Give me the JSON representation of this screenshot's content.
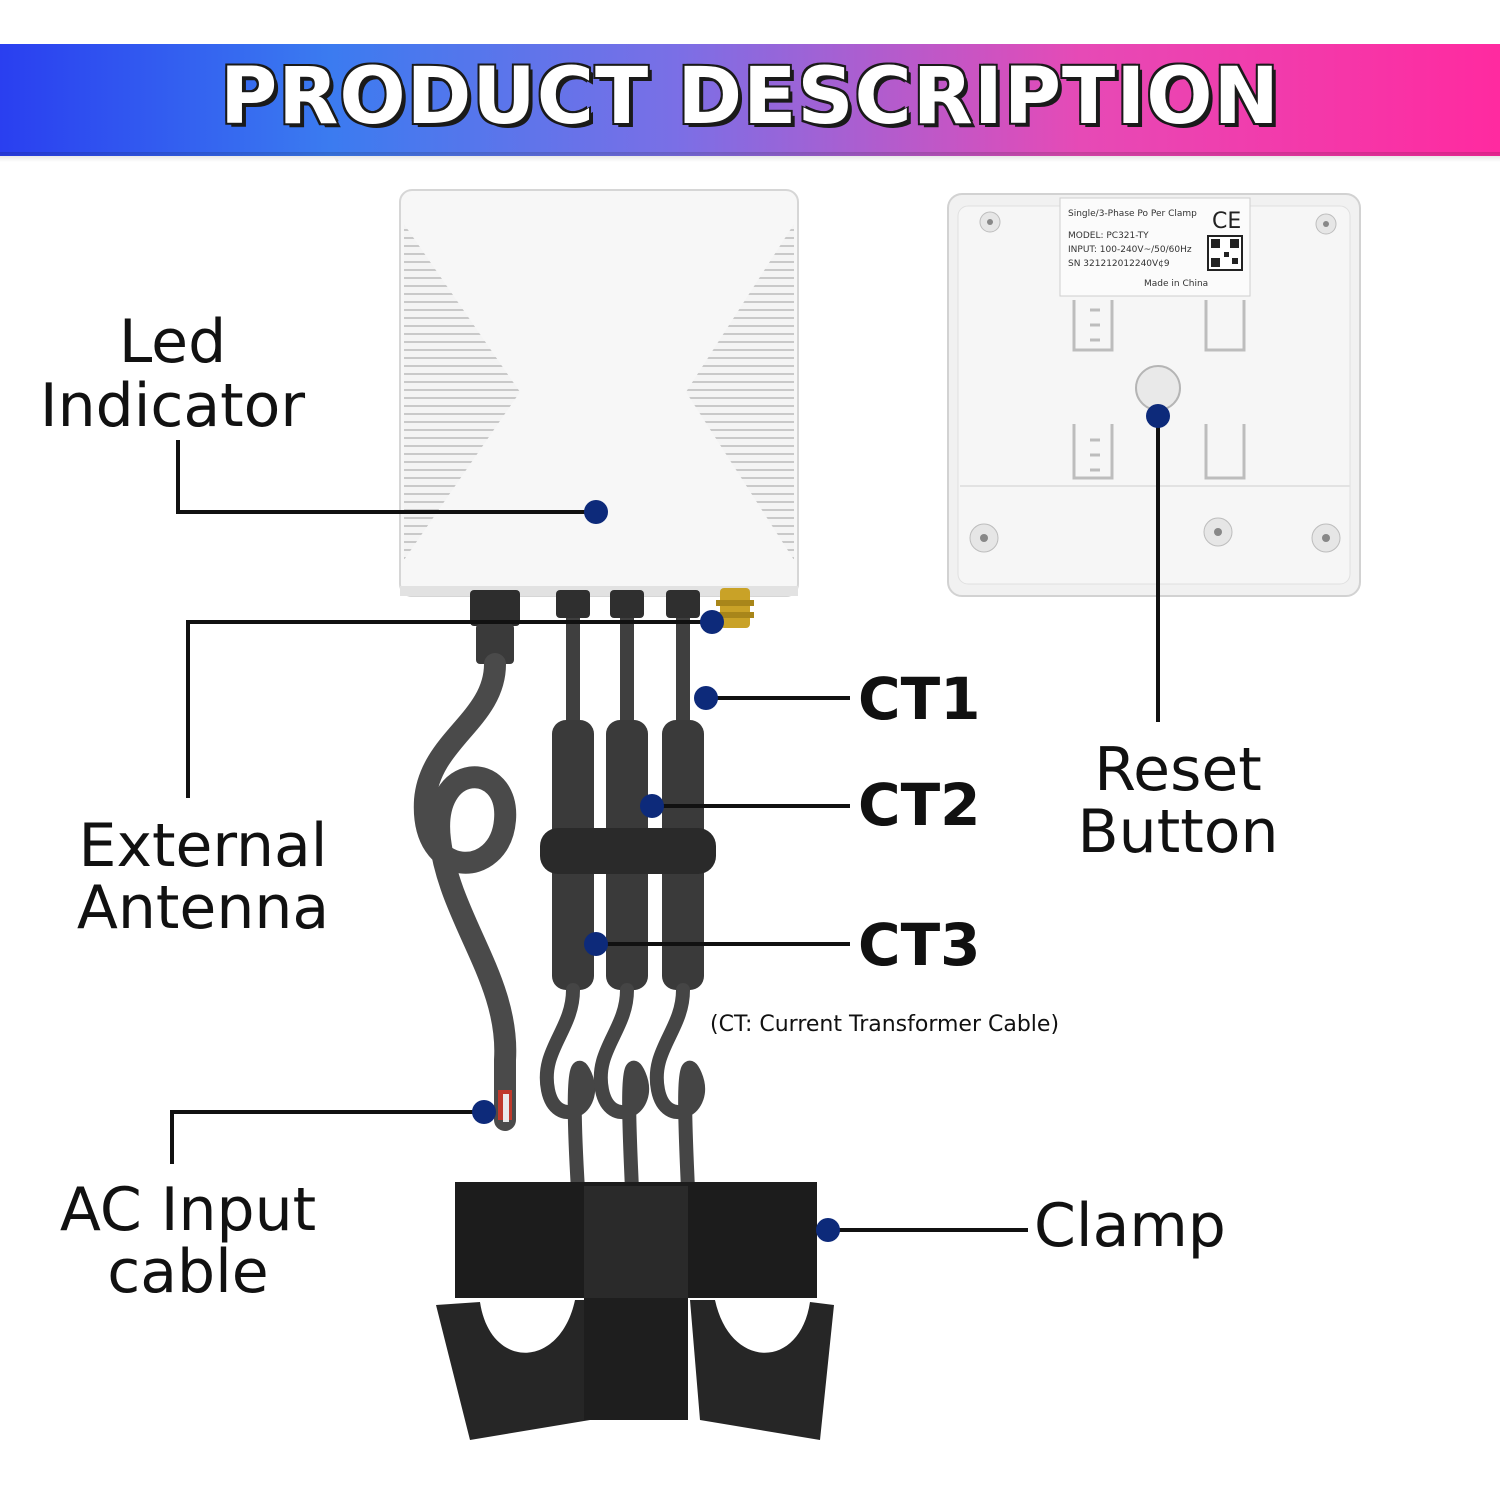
{
  "header": {
    "title": "PRODUCT DESCRIPTION"
  },
  "colors": {
    "dot": "#0d2a7a",
    "line": "#111111",
    "banner_left": "#2a3ff0",
    "banner_right": "#ff2aa0"
  },
  "device_label": {
    "line1": "Single/3-Phase Po Per Clamp",
    "line2": "MODEL: PC321-TY",
    "line3": "INPUT: 100-240V~/50/60Hz",
    "line4": "SN 321212012240V¢9",
    "line5": "Made in China",
    "mark": "CE"
  },
  "callouts": {
    "led": [
      "Led",
      "Indicator"
    ],
    "antenna": [
      "External",
      "Antenna"
    ],
    "ac": [
      "AC Input",
      "cable"
    ],
    "reset": [
      "Reset",
      "Button"
    ],
    "ct1": "CT1",
    "ct2": "CT2",
    "ct3": "CT3",
    "clamp": "Clamp",
    "note": "(CT: Current Transformer Cable)"
  }
}
